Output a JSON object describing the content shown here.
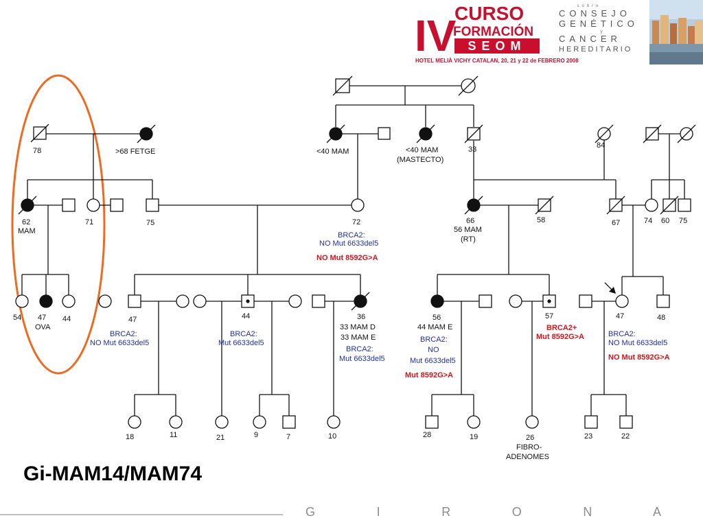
{
  "header": {
    "roman": "IV",
    "curso": "CURSO",
    "formacion": "FORMACIÓN",
    "seom": "SEOM",
    "hotel": "HOTEL MELIÀ VICHY CATALAN, 20, 21 y 22 de FEBRERO 2008",
    "sobre": "sobre",
    "consejo": "CONSEJO",
    "genetico": "GENÉTICO",
    "y": "y",
    "cancer": "CANCER",
    "hereditario": "HEREDITARIO",
    "photo": "girona-river-photo"
  },
  "title": "Gi-MAM14/MAM74",
  "footer": {
    "city": "G I R O N A"
  },
  "colors": {
    "blue": "#1f2fa8",
    "red": "#d2141c",
    "highlight": "#ee6a1e",
    "logo_red": "#c8102e"
  },
  "labels": {
    "g2_78": "78",
    "g2_fetge": ">68 FETGE",
    "g2_40mam": "<40 MAM",
    "g2_40mam2": "<40 MAM",
    "g2_mastecto": "(MASTECTO)",
    "g2_33": "33",
    "g2_84": "84",
    "g3_62": "62",
    "g3_mam": "MAM",
    "g3_71": "71",
    "g3_75": "75",
    "g3_72": "72",
    "g3_72_brca": "BRCA2:",
    "g3_72_no6633": "NO Mut 6633del5",
    "g3_72_no8592": "NO Mut 8592G>A",
    "g3_66": "66",
    "g3_66b": "56 MAM",
    "g3_66c": "(RT)",
    "g3_58": "58",
    "g3_67": "67",
    "g3_74": "74",
    "g3_60": "60",
    "g3_75b": "75",
    "g4_54": "54",
    "g4_47": "47",
    "g4_ova": "OVA",
    "g4_44": "44",
    "g4_47b": "47",
    "g4_47b_brca": "BRCA2:",
    "g4_47b_no": "NO Mut 6633del5",
    "g4_44b": "44",
    "g4_44b_brca": "BRCA2:",
    "g4_44b_mut": "Mut 6633del5",
    "g4_36": "36",
    "g4_36b": "33 MAM D",
    "g4_36c": "33 MAM E",
    "g4_36_brca": "BRCA2:",
    "g4_36_mut": "Mut 6633del5",
    "g4_56": "56",
    "g4_56b": "44 MAM E",
    "g4_56_brca": "BRCA2:",
    "g4_56_no": "NO",
    "g4_56_mut": "Mut 6633del5",
    "g4_56_8592": "Mut 8592G>A",
    "g4_57": "57",
    "g4_57_brca": "BRCA2+",
    "g4_57_mut": "Mut 8592G>A",
    "g4_47c": "47",
    "g4_47c_brca": "BRCA2:",
    "g4_47c_no": "NO Mut 6633del5",
    "g4_47c_no8592": "NO Mut 8592G>A",
    "g4_48": "48",
    "g5_18": "18",
    "g5_11": "11",
    "g5_21": "21",
    "g5_9": "9",
    "g5_7": "7",
    "g5_10": "10",
    "g5_28": "28",
    "g5_19": "19",
    "g5_26": "26",
    "g5_fibro": "FIBRO-",
    "g5_adenomes": "ADENOMES",
    "g5_23": "23",
    "g5_22": "22"
  }
}
